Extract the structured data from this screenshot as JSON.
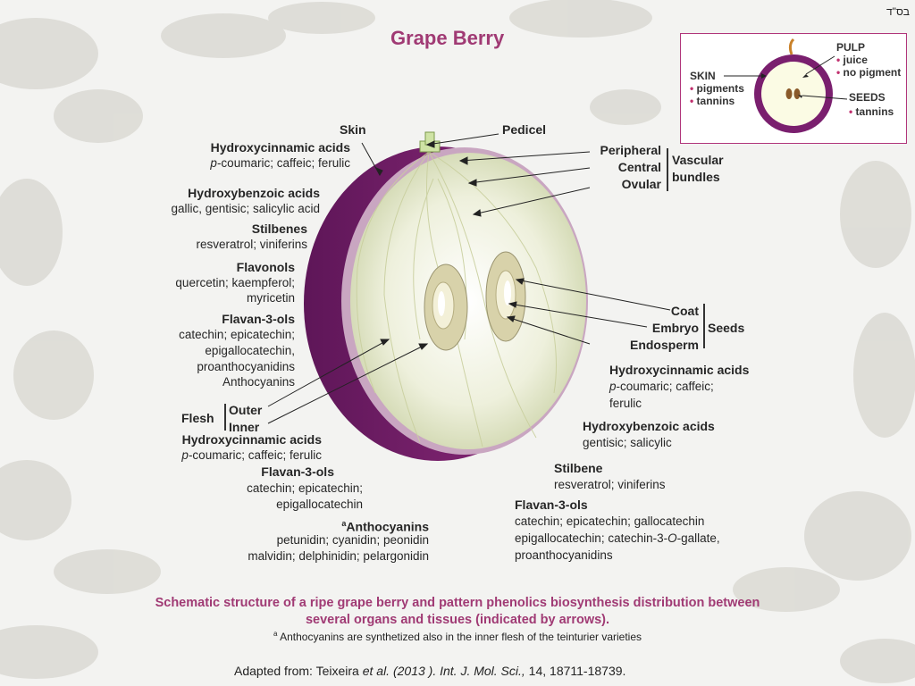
{
  "header": {
    "hebrew_mark": "בס\"ד",
    "title": "Grape Berry"
  },
  "inset": {
    "pulp": "PULP",
    "pulp_items": [
      "juice",
      "no pigment"
    ],
    "skin": "SKIN",
    "skin_items": [
      "pigments",
      "tannins"
    ],
    "seeds": "SEEDS",
    "seeds_items": [
      "tannins"
    ]
  },
  "left": {
    "skin": "Skin",
    "hca_title": "Hydroxycinnamic acids",
    "hca_p": "p",
    "hca_body": "-coumaric; caffeic; ferulic",
    "hba_title": "Hydroxybenzoic acids",
    "hba_body": "gallic, gentisic; salicylic acid",
    "stil_title": "Stilbenes",
    "stil_body": "resveratrol; viniferins",
    "flavonols_title": "Flavonols",
    "flavonols_body1": "quercetin; kaempferol;",
    "flavonols_body2": "myricetin",
    "f3o_title": "Flavan-3-ols",
    "f3o_body1": "catechin; epicatechin;",
    "f3o_body2": "epigallocatechin,",
    "f3o_body3": "proanthocyanidins",
    "f3o_body4": "Anthocyanins",
    "flesh": "Flesh",
    "outer": "Outer",
    "inner": "Inner",
    "fl_hca_title": "Hydroxycinnamic acids",
    "fl_hca_p": "p",
    "fl_hca_body": "-coumaric; caffeic; ferulic",
    "fl_f3o_title": "Flavan-3-ols",
    "fl_f3o_body1": "catechin; epicatechin;",
    "fl_f3o_body2": "epigallocatechin",
    "antho_sup": "a",
    "antho_title": "Anthocyanins",
    "antho_body1": "petunidin; cyanidin; peonidin",
    "antho_body2": "malvidin; delphinidin; pelargonidin"
  },
  "right": {
    "pedicel": "Pedicel",
    "peripheral": "Peripheral",
    "central": "Central",
    "ovular": "Ovular",
    "vascular": "Vascular",
    "bundles": "bundles",
    "coat": "Coat",
    "embryo": "Embryo",
    "endosperm": "Endosperm",
    "seeds": "Seeds",
    "hca_title": "Hydroxycinnamic acids",
    "hca_p": "p",
    "hca_body1": "-coumaric; caffeic;",
    "hca_body2": "ferulic",
    "hba_title": "Hydroxybenzoic acids",
    "hba_body": "gentisic; salicylic",
    "stil_title": "Stilbene",
    "stil_body": "resveratrol; viniferins",
    "f3o_title": "Flavan-3-ols",
    "f3o_body1": "catechin; epicatechin; gallocatechin",
    "f3o_body2a": "epigallocatechin; catechin-3-",
    "f3o_body2o": "O",
    "f3o_body2b": "-gallate,",
    "f3o_body3": "proanthocyanidins"
  },
  "caption": {
    "line1": "Schematic structure of a ripe grape berry and pattern phenolics biosynthesis distribution between",
    "line2": "several organs and tissues (indicated by arrows).",
    "note_sup": "a",
    "note": " Anthocyanins are synthetized also in the inner flesh of the teinturier varieties"
  },
  "source": {
    "prefix": "Adapted from: Teixeira ",
    "etal": "et al. (2013 ). Int. J. Mol. Sci.,",
    "vol": " 14, 18711-18739."
  },
  "colors": {
    "title": "#a03a74",
    "skin": "#7a1f6e",
    "flesh": "#eef0df",
    "accent": "#c0306e"
  }
}
